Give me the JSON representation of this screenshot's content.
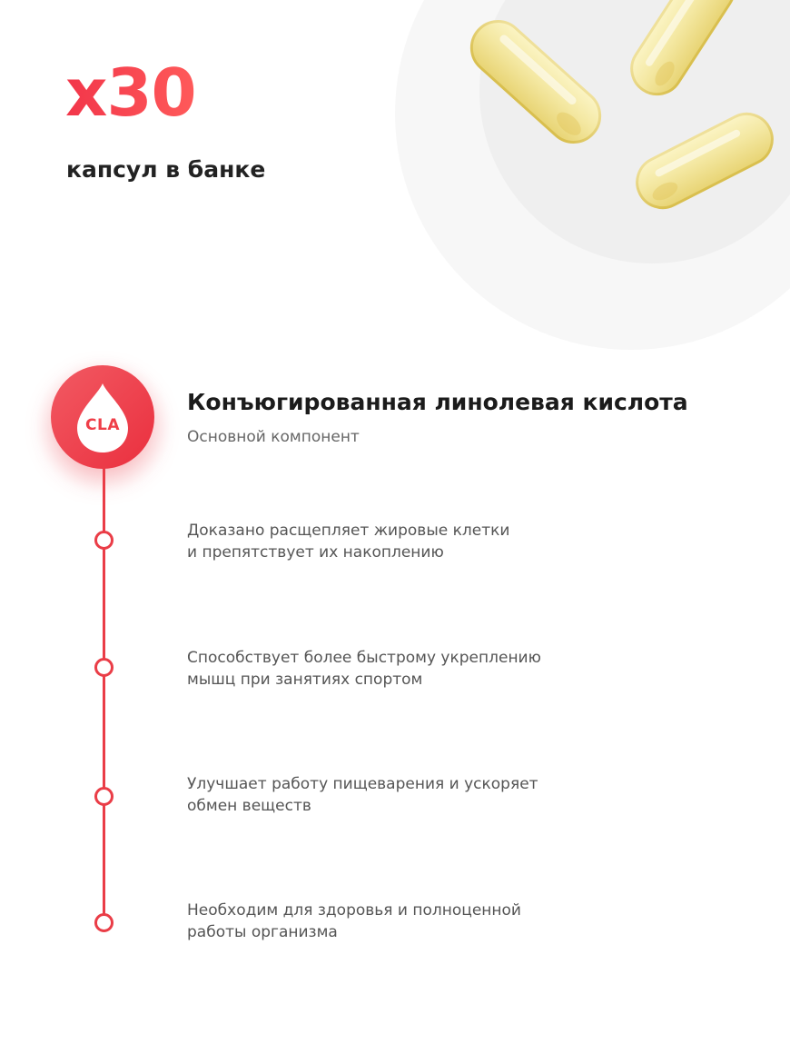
{
  "hero": {
    "count": "x30",
    "count_subtitle": "капсул в банке"
  },
  "badge": {
    "label": "CLA",
    "icon": "drop-icon"
  },
  "ingredient": {
    "title": "Конъюгированная линолевая кислота",
    "subtitle": "Основной компонент"
  },
  "benefits": [
    {
      "line1": "Доказано расщепляет жировые клетки",
      "line2": "и препятствует их накоплению"
    },
    {
      "line1": "Способствует более быстрому укреплению",
      "line2": "мышц при занятиях спортом"
    },
    {
      "line1": "Улучшает работу пищеварения и ускоряет",
      "line2": "обмен веществ"
    },
    {
      "line1": "Необходим для здоровья и полноценной",
      "line2": "работы организма"
    }
  ],
  "colors": {
    "accent": "#ea3d47",
    "capsule": "#f3e7a0",
    "background": "#ffffff"
  }
}
